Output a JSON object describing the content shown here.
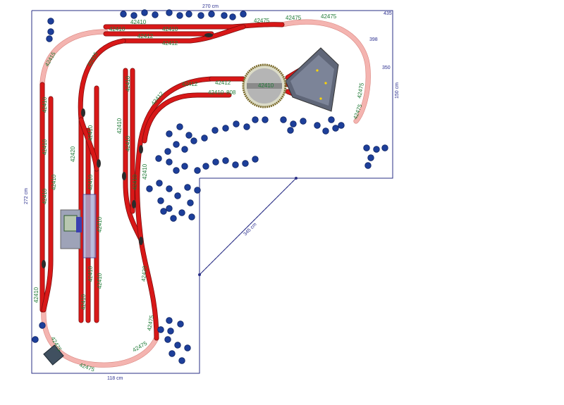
{
  "layout": {
    "dimensions": {
      "top": "270 cm",
      "left": "272 cm",
      "right_side": "150 cm",
      "bottom": "118 cm",
      "diagonal": "345 cm",
      "corner_right_top": "435",
      "mark_right_1": "398",
      "mark_right_2": "350"
    },
    "track_labels": [
      "42412",
      "42410",
      "42410",
      "42410",
      "42412",
      "42475",
      "42475",
      "42475",
      "42475",
      "42475",
      "42412",
      "42410",
      "808",
      "42412",
      "42412",
      "42415",
      "42415",
      "42420",
      "42410",
      "42410",
      "42410",
      "42410",
      "42410",
      "42410",
      "42410",
      "42410",
      "42410",
      "42410",
      "42410",
      "42410",
      "42410",
      "42410",
      "42410",
      "42410",
      "42475",
      "42475",
      "42475",
      "42475",
      "42420",
      "42410"
    ],
    "colors": {
      "track": "#d81818",
      "ghost_track": "#f4b4b0",
      "wall": "#2a2f86",
      "tree": "#1d3f9a",
      "label": "#1f7a36",
      "turntable": "#b5b5b5",
      "roundhouse": "#5f6678"
    }
  }
}
